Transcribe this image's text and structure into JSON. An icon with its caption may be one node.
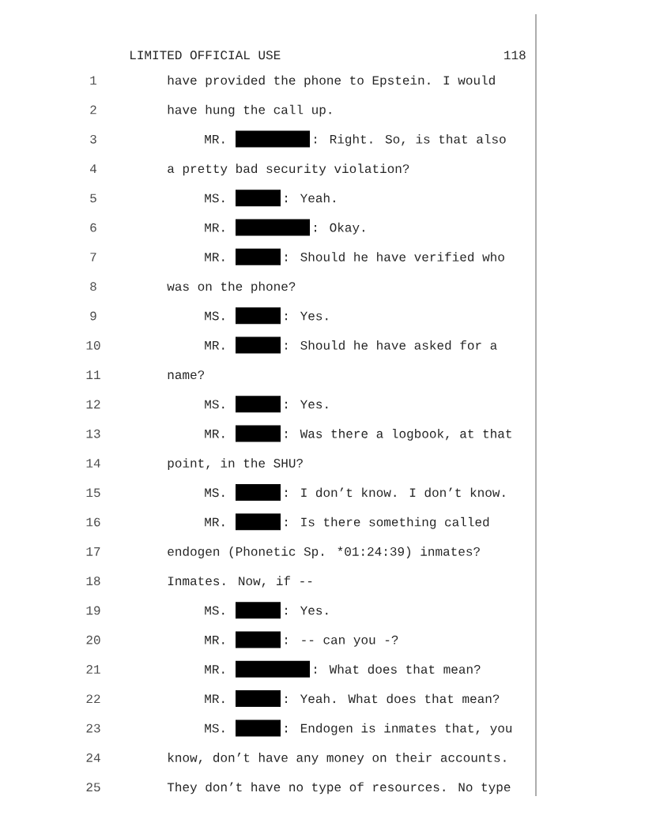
{
  "diagram": {
    "labels": [
      "LIMITED OFFICIAL USE",
      "118",
      "1",
      "have provided the phone to Epstein. I would",
      "2",
      "have hung the call up.",
      "3",
      "MR.",
      ": Right. So, is that also",
      "4",
      "a pretty bad security violation?",
      "5",
      "MS.",
      ": Yeah.",
      "6",
      "MR.",
      ": Okay.",
      "7",
      "MR.",
      ": Should he have verified who",
      "8",
      "was on the phone?",
      "9",
      "MS.",
      ": Yes.",
      "10",
      "MR.",
      ": Should he have asked for a",
      "11",
      "name?",
      "12",
      "MS.",
      ": Yes.",
      "13",
      "MR.",
      ": Was there a logbook, at that",
      "14",
      "point, in the SHU?",
      "15",
      "MS.",
      ": I don’t know. I don’t know.",
      "16",
      "MR.",
      ": Is there something called",
      "17",
      "endogen (Phonetic Sp. *01:24:39) inmates?",
      "18",
      "Inmates. Now, if --",
      "19",
      "MS.",
      ": Yes.",
      "20",
      "MR.",
      ": -- can you -?",
      "21",
      "MR.",
      ": What does that mean?",
      "22",
      "MR.",
      ": Yeah. What does that mean?",
      "23",
      "MS.",
      ": Endogen is inmates that, you",
      "24",
      "know, don’t have any money on their accounts.",
      "25",
      "They don’t have no type of resources. No type"
    ]
  }
}
